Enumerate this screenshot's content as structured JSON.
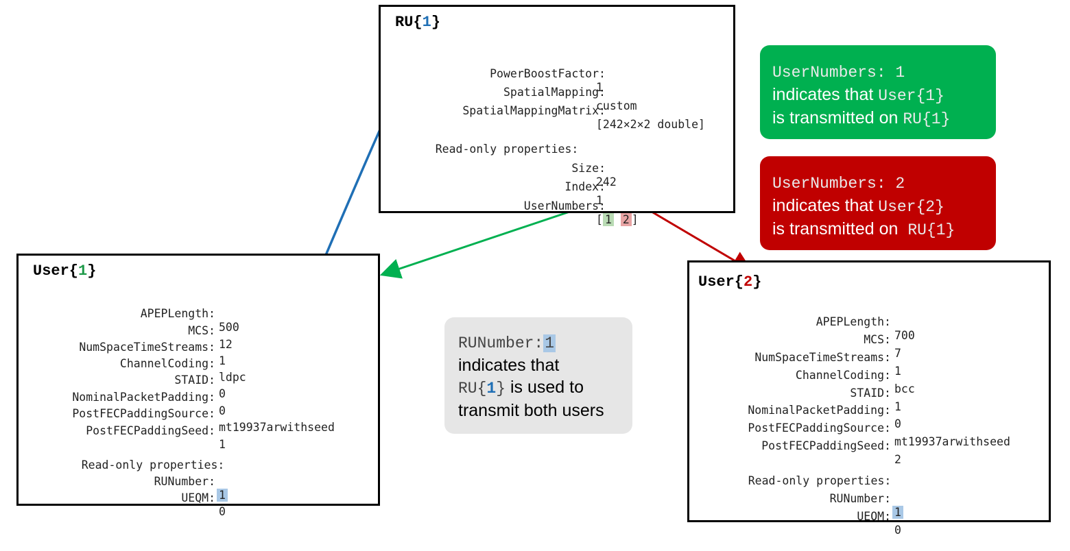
{
  "ru_panel": {
    "title_prefix": "RU{",
    "title_index": "1",
    "title_suffix": "}",
    "props": [
      {
        "key": "PowerBoostFactor:",
        "value": "1"
      },
      {
        "key": "SpatialMapping:",
        "value": "custom"
      },
      {
        "key": "SpatialMappingMatrix:",
        "value": "[242×2×2 double]"
      }
    ],
    "readonly_label": "Read-only properties:",
    "readonly_props": [
      {
        "key": "Size:",
        "value": "242"
      },
      {
        "key": "Index:",
        "value": "1"
      }
    ],
    "user_numbers_key": "UserNumbers:",
    "user_numbers_open": "[",
    "user_numbers_a": "1",
    "user_numbers_b": "2",
    "user_numbers_close": "]"
  },
  "user1_panel": {
    "title_prefix": "User{",
    "title_index": "1",
    "title_suffix": "}",
    "props": [
      {
        "key": "APEPLength:",
        "value": "500"
      },
      {
        "key": "MCS:",
        "value": "12"
      },
      {
        "key": "NumSpaceTimeStreams:",
        "value": "1"
      },
      {
        "key": "ChannelCoding:",
        "value": "ldpc"
      },
      {
        "key": "STAID:",
        "value": "0"
      },
      {
        "key": "NominalPacketPadding:",
        "value": "0"
      },
      {
        "key": "PostFECPaddingSource:",
        "value": "mt19937arwithseed"
      },
      {
        "key": "PostFECPaddingSeed:",
        "value": "1"
      }
    ],
    "readonly_label": "Read-only properties:",
    "ru_number_key": "RUNumber:",
    "ru_number_value": "1",
    "ueqm_key": "UEQM:",
    "ueqm_value": "0"
  },
  "user2_panel": {
    "title_prefix": "User{",
    "title_index": "2",
    "title_suffix": "}",
    "props": [
      {
        "key": "APEPLength:",
        "value": "700"
      },
      {
        "key": "MCS:",
        "value": "7"
      },
      {
        "key": "NumSpaceTimeStreams:",
        "value": "1"
      },
      {
        "key": "ChannelCoding:",
        "value": "bcc"
      },
      {
        "key": "STAID:",
        "value": "1"
      },
      {
        "key": "NominalPacketPadding:",
        "value": "0"
      },
      {
        "key": "PostFECPaddingSource:",
        "value": "mt19937arwithseed"
      },
      {
        "key": "PostFECPaddingSeed:",
        "value": "2"
      }
    ],
    "readonly_label": "Read-only properties:",
    "ru_number_key": "RUNumber:",
    "ru_number_value": "1",
    "ueqm_key": "UEQM:",
    "ueqm_value": "0"
  },
  "callout_green": {
    "line1_mono": "UserNumbers: 1",
    "line2_text": "indicates that ",
    "line2_mono": "User{1}",
    "line3_text": "is transmitted on ",
    "line3_mono": "RU{1}"
  },
  "callout_red": {
    "line1_mono": "UserNumbers: 2",
    "line2_text": "indicates that ",
    "line2_mono": "User{2}",
    "line3_text": "is transmitted on  ",
    "line3_mono": "RU{1}"
  },
  "callout_gray": {
    "line1_mono": "RUNumber:",
    "line1_value": "1",
    "line2_text": "indicates that",
    "line3_mono_a": "RU{",
    "line3_mono_b": "1",
    "line3_mono_c": "}",
    "line3_text": " is used to",
    "line4_text": "transmit both users"
  },
  "colors": {
    "blue_arrow": "#1f6fb5",
    "green_arrow": "#00b050",
    "red_arrow": "#c00000"
  }
}
